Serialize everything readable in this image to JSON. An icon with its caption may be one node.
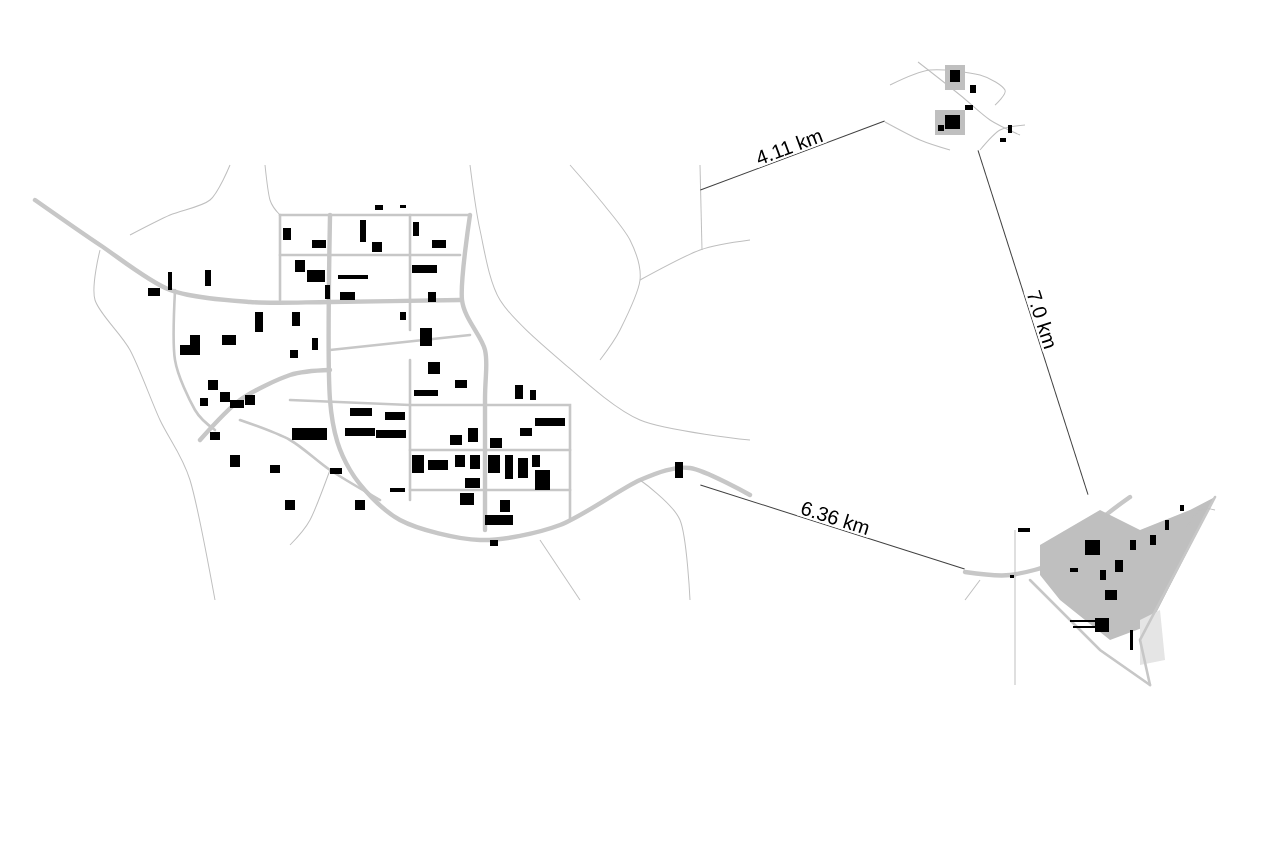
{
  "diagram": {
    "nodes": [
      {
        "text": [],
        "shape": "picture"
      },
      {
        "text": [],
        "shape": "picture"
      },
      {
        "text": [],
        "shape": "picture"
      }
    ],
    "edges": [
      {
        "from": 0,
        "to": 1,
        "arrow": "none",
        "label": "4.11 km"
      },
      {
        "from": 1,
        "to": 2,
        "arrow": "none",
        "label": "7.0 km"
      },
      {
        "from": 0,
        "to": 2,
        "arrow": "none",
        "label": "6.36 km"
      }
    ]
  }
}
